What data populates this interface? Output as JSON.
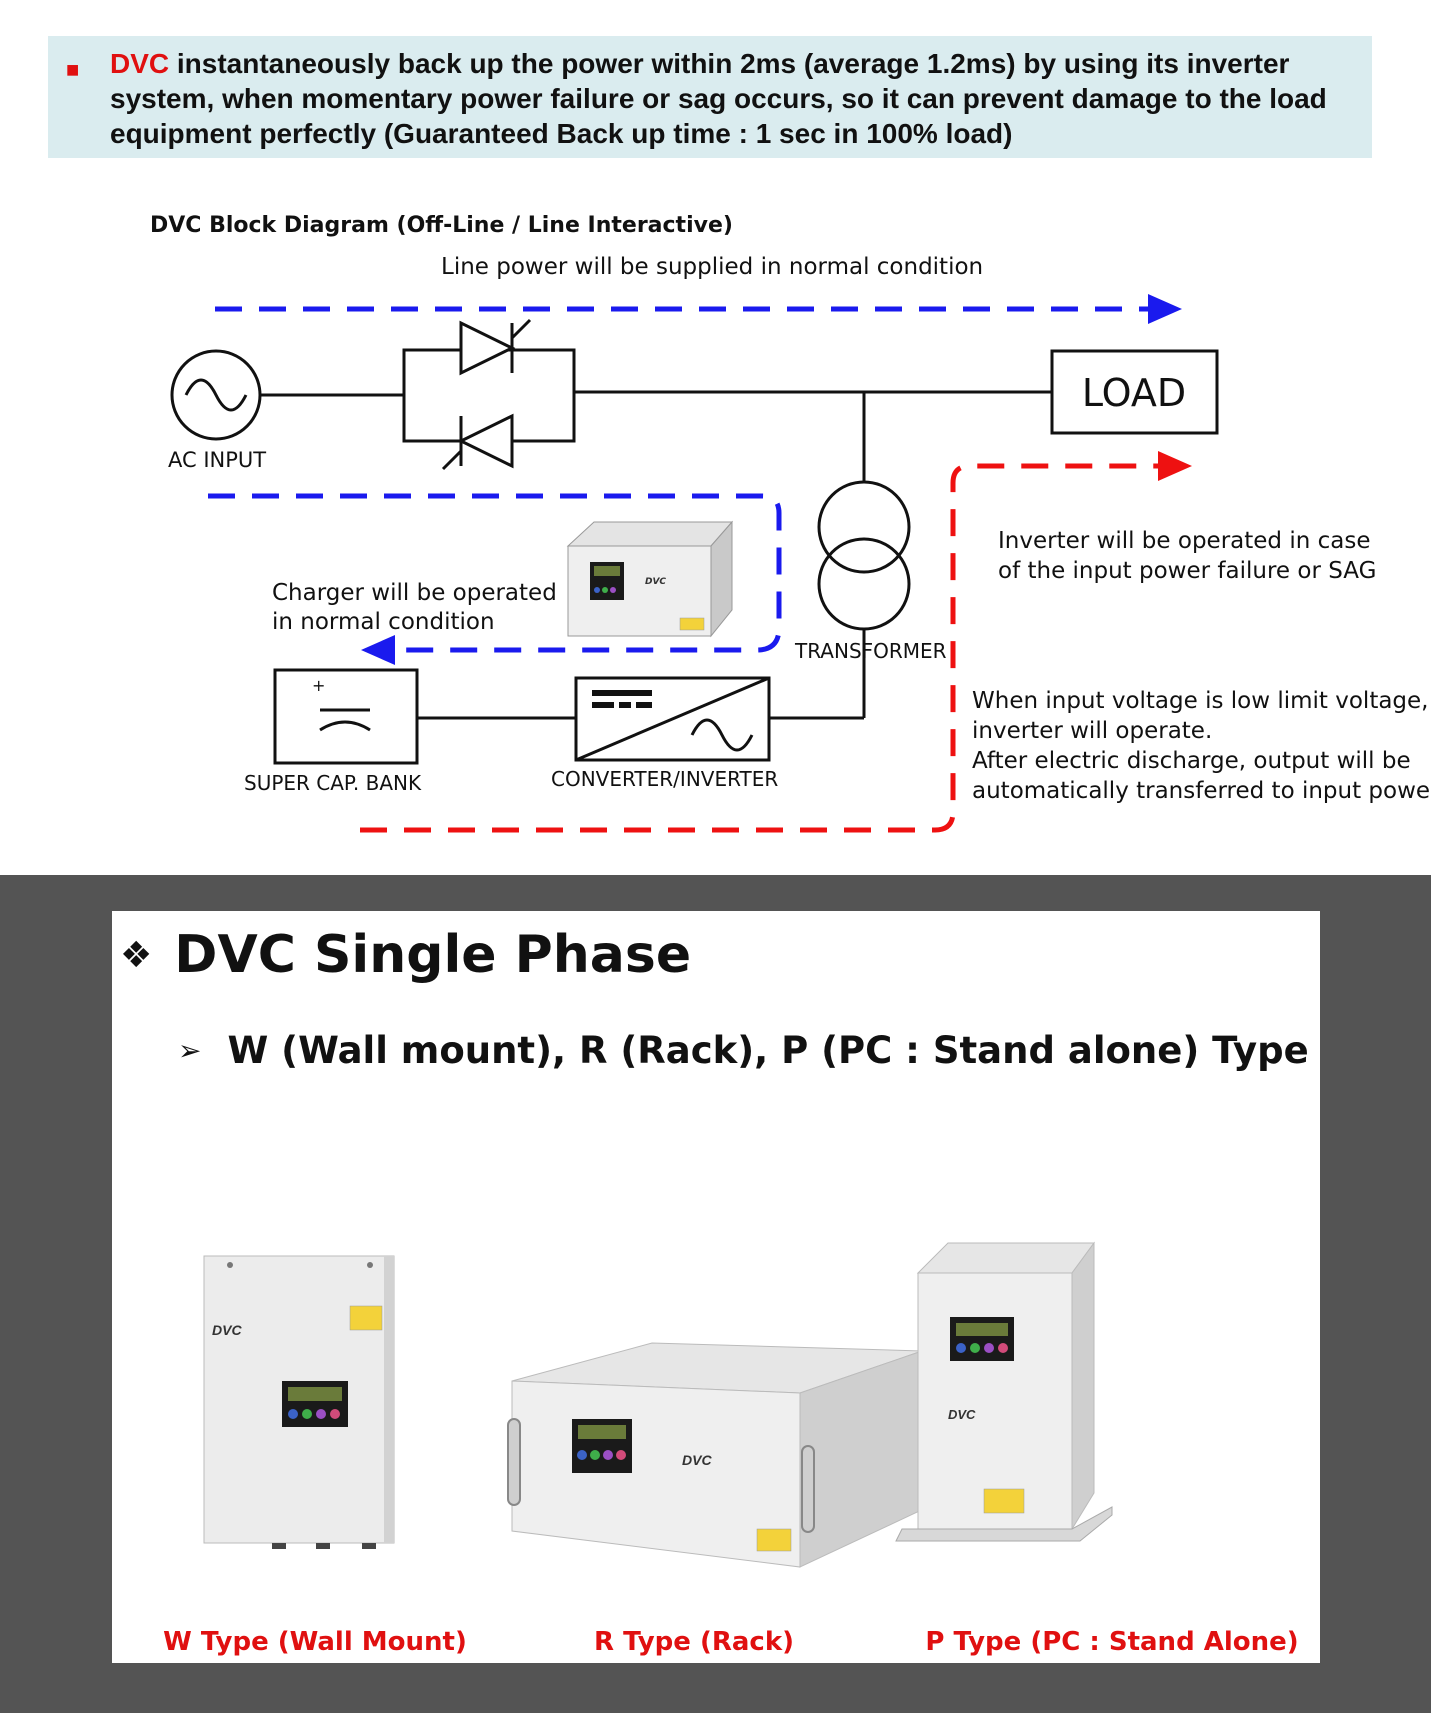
{
  "note": {
    "brand": "DVC",
    "text": " instantaneously back up the power within 2ms (average 1.2ms) by using its inverter system, when momentary power failure or sag occurs, so it can prevent damage to the load equipment perfectly (Guaranteed Back up time : 1 sec in 100% load)"
  },
  "diagram": {
    "title": "DVC Block Diagram (Off-Line / Line Interactive)",
    "line_power": "Line power will be supplied in normal condition",
    "load": "LOAD",
    "ac_input": "AC INPUT",
    "inverter_note": [
      "Inverter will be operated in case",
      "of the input power failure or SAG"
    ],
    "charger_note": [
      "Charger will be operated",
      "in normal condition"
    ],
    "transformer": "TRANSFORMER",
    "low_voltage_note": [
      "When input voltage is low limit voltage,",
      "inverter will operate.",
      "After electric discharge, output will be",
      "automatically transferred to input power"
    ],
    "super_cap": "SUPER CAP. BANK",
    "converter": "CONVERTER/INVERTER",
    "plus_sign": "+",
    "device_brand": "DVC"
  },
  "section": {
    "title": "DVC Single Phase",
    "subtitle": "W (Wall mount), R (Rack), P (PC : Stand alone) Type",
    "products": [
      {
        "caption": "W Type (Wall Mount)",
        "brand": "DVC"
      },
      {
        "caption": "R Type (Rack)",
        "brand": "DVC"
      },
      {
        "caption": "P Type (PC : Stand Alone)",
        "brand": "DVC"
      }
    ]
  },
  "colors": {
    "accent_red": "#e01010",
    "flow_blue": "#1a1aee",
    "flow_red": "#ee1111",
    "note_bg": "#daecef",
    "dark_bg": "#545454"
  }
}
